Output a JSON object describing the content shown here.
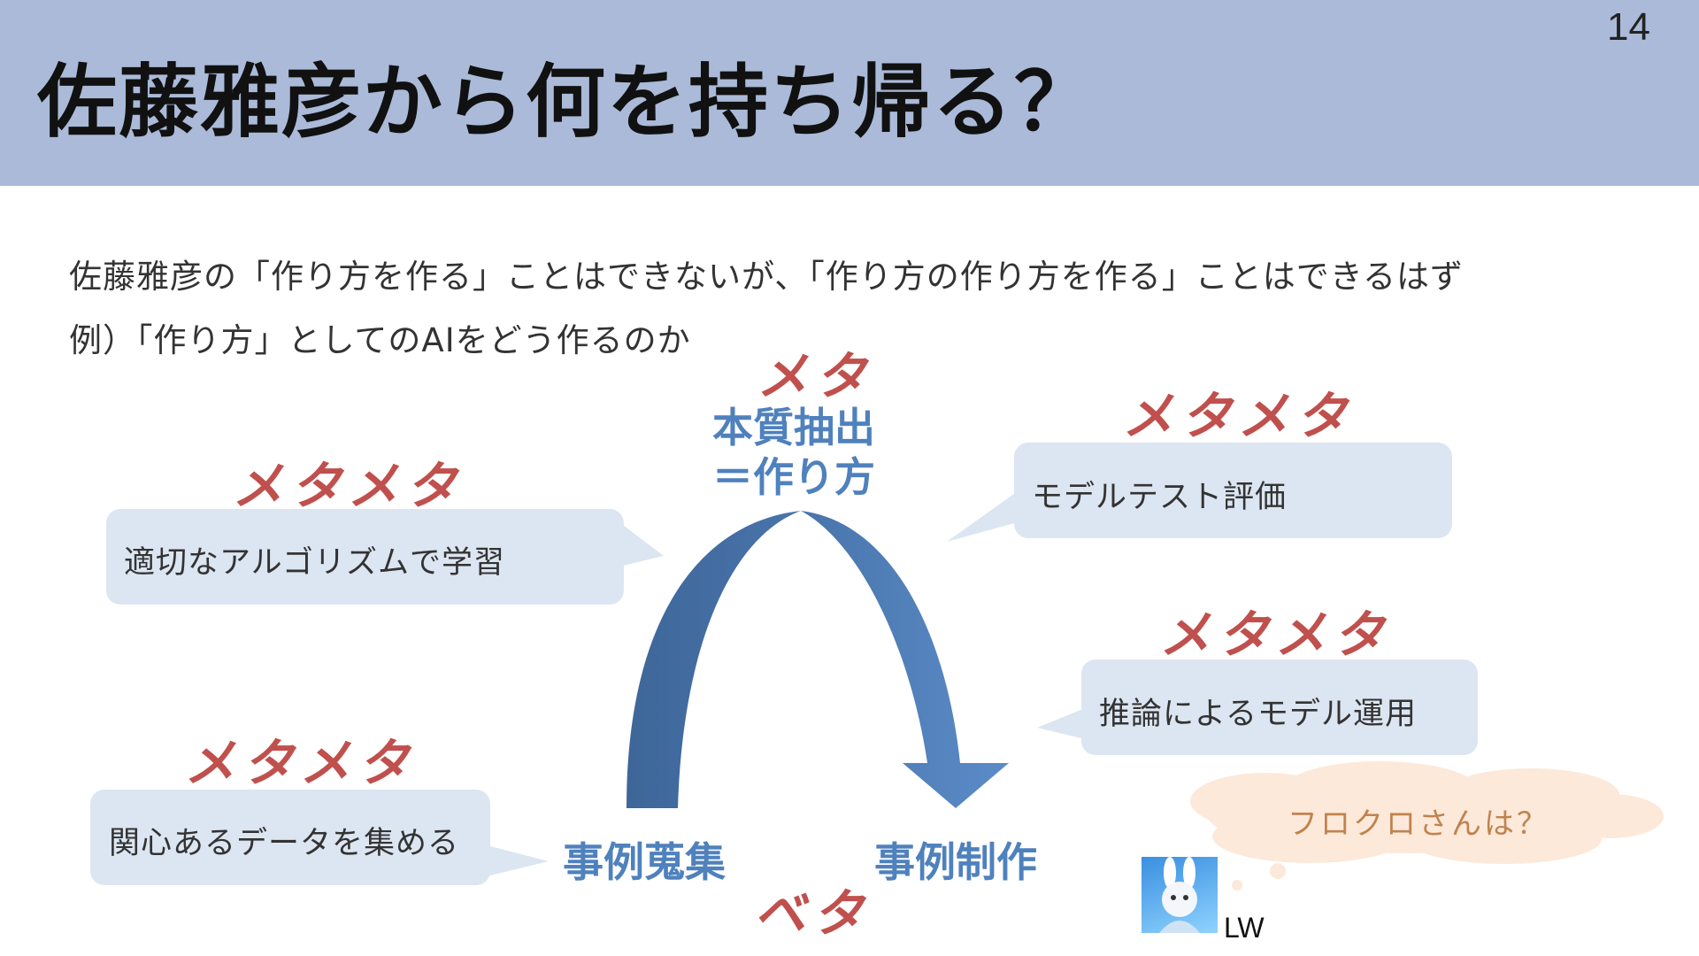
{
  "slide": {
    "title": "佐藤雅彦から何を持ち帰る？",
    "page_number": "14",
    "intro_line1": "佐藤雅彦の「作り方を作る」ことはできないが、「作り方の作り方を作る」ことはできるはず",
    "intro_line2": "例）「作り方」としてのAIをどう作るのか"
  },
  "diagram": {
    "top_meta": "メタ",
    "top_label_line1": "本質抽出",
    "top_label_line2": "＝作り方",
    "bottom_left_label": "事例蒐集",
    "bottom_right_label": "事例制作",
    "bottom_beta": "ベタ",
    "bubbles": [
      {
        "meta": "メタメタ",
        "text": "適切なアルゴリズムで学習"
      },
      {
        "meta": "メタメタ",
        "text": "関心あるデータを集める"
      },
      {
        "meta": "メタメタ",
        "text": "モデルテスト評価"
      },
      {
        "meta": "メタメタ",
        "text": "推論によるモデル運用"
      }
    ],
    "cloud_text": "フロクロさんは？",
    "avatar_caption": "LW"
  },
  "colors": {
    "header_bg": "#aabad8",
    "meta_red": "#c0504d",
    "label_blue": "#4f81bd",
    "bubble_fill": "#dce6f2",
    "cloud_fill": "#fde9d9"
  }
}
